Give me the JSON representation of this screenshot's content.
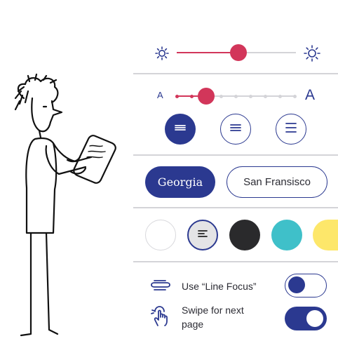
{
  "brightness": {
    "level": 0.52,
    "low_icon": "sun-small-icon",
    "high_icon": "sun-large-icon"
  },
  "font_size": {
    "small_label": "A",
    "large_label": "A",
    "steps": 9,
    "selected_step": 2
  },
  "line_spacing": {
    "options": [
      {
        "name": "line-spacing-tight",
        "icon": "lines-tight-icon",
        "selected": true
      },
      {
        "name": "line-spacing-normal",
        "icon": "lines-normal-icon",
        "selected": false
      },
      {
        "name": "line-spacing-loose",
        "icon": "lines-loose-icon",
        "selected": false
      }
    ]
  },
  "fonts": {
    "primary": "Georgia",
    "secondary": "San Fransisco",
    "selected": "Georgia"
  },
  "themes": {
    "colors": [
      "#ffffff",
      "#e4e4e6",
      "#2a2a2c",
      "#3fc0c9",
      "#fde76a"
    ],
    "selected_index": 1
  },
  "settings": {
    "line_focus": {
      "label": "Use “Line Focus”",
      "icon": "line-focus-icon",
      "enabled": false
    },
    "swipe": {
      "label_line1": "Swipe for next",
      "label_line2": "page",
      "icon": "swipe-hand-icon",
      "enabled": true
    }
  },
  "colors": {
    "accent": "#d2365a",
    "primary": "#2b3990",
    "text": "#2b2b33"
  }
}
